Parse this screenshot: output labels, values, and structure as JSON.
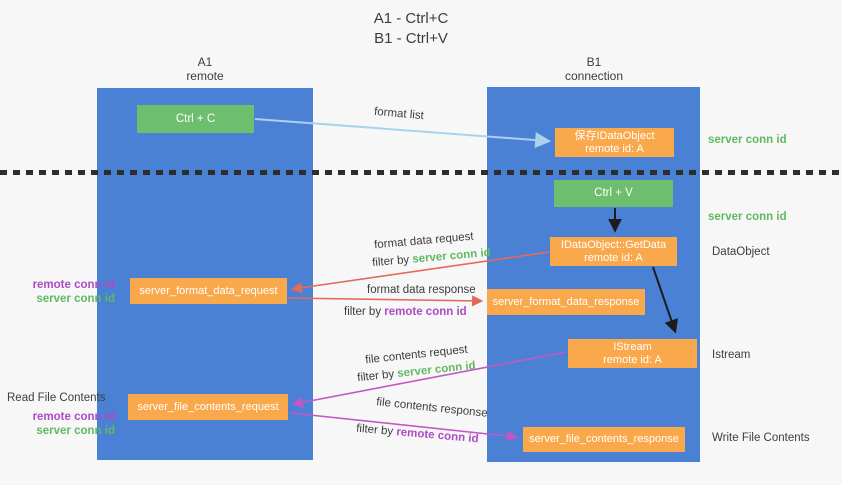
{
  "title": {
    "line1": "A1 - Ctrl+C",
    "line2": "B1 - Ctrl+V"
  },
  "columns": {
    "a1": {
      "name": "A1",
      "role": "remote"
    },
    "b1": {
      "name": "B1",
      "role": "connection"
    }
  },
  "boxes": {
    "ctrl_c": {
      "label": "Ctrl + C"
    },
    "ctrl_v": {
      "label": "Ctrl + V"
    },
    "save_idataobject": {
      "line1": "保存IDataObject",
      "line2": "remote id: A"
    },
    "idataobject_getdata": {
      "line1": "IDataObject::GetData",
      "line2": "remote id: A"
    },
    "istream": {
      "line1": "IStream",
      "line2": "remote id: A"
    },
    "server_format_data_request": {
      "label": "server_format_data_request"
    },
    "server_format_data_response": {
      "label": "server_format_data_response"
    },
    "server_file_contents_request": {
      "label": "server_file_contents_request"
    },
    "server_file_contents_response": {
      "label": "server_file_contents_response"
    }
  },
  "ids": {
    "server_conn_id": "server conn id",
    "remote_conn_id": "remote conn id"
  },
  "arrow_labels": {
    "format_list": "format list",
    "format_data_request": "format data request",
    "format_data_response": "format data response",
    "file_contents_request": "file contents request",
    "file_contents_response": "file contents response",
    "filter_by": "filter by "
  },
  "side_labels": {
    "dataobject": "DataObject",
    "istream": "Istream",
    "read_file_contents": "Read File Contents",
    "write_file_contents": "Write File Contents"
  },
  "colors": {
    "background": "#f7f7f8",
    "column_blue": "#4a81d4",
    "box_green": "#6dbe6d",
    "box_orange": "#f9a84b",
    "arrow_light_blue": "#a9d2ee",
    "arrow_red": "#e5695b",
    "arrow_magenta": "#c357c3",
    "arrow_black": "#1c1c1c",
    "text_green": "#5fba5f",
    "text_purple": "#ad4bc3",
    "text_dark": "#3d3d3d"
  }
}
